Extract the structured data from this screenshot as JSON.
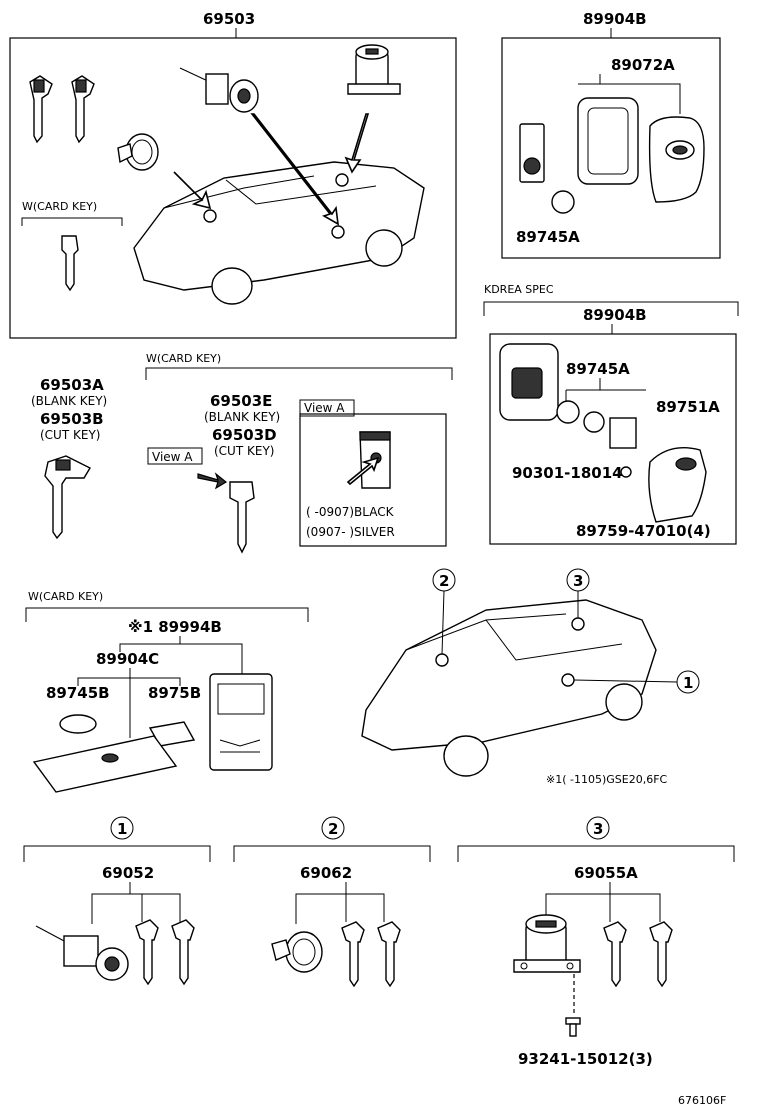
{
  "labels": {
    "p69503": "69503",
    "p89904B_top": "89904B",
    "p89072A": "89072A",
    "p89745A_top": "89745A",
    "korea_spec": "KDREA SPEC",
    "p89904B_korea": "89904B",
    "p89745A_korea": "89745A",
    "p89751A": "89751A",
    "p90301": "90301-18014",
    "p89759": "89759-47010(4)",
    "wcard_top": "W(CARD KEY)",
    "wcard_mid": "W(CARD KEY)",
    "wcard_bottom": "W(CARD KEY)",
    "p69503A": "69503A",
    "blank_key_a": "(BLANK KEY)",
    "p69503B": "69503B",
    "cut_key_b": "(CUT KEY)",
    "p69503E": "69503E",
    "blank_key_e": "(BLANK KEY)",
    "p69503D": "69503D",
    "cut_key_d": "(CUT KEY)",
    "view_a_label": "View A",
    "view_a_box": "View A",
    "black_range": "(        -0907)BLACK",
    "silver_range": "(0907-        )SILVER",
    "p89994B": "※1 89994B",
    "p89904C": "89904C",
    "p89745B": "89745B",
    "p8975B": "8975B",
    "note1": "※1(        -1105)GSE20,6FC",
    "circle1": "1",
    "circle2": "2",
    "circle3": "3",
    "group1": "1",
    "group2": "2",
    "group3": "3",
    "p69052": "69052",
    "p69062": "69062",
    "p69055A": "69055A",
    "p93241": "93241-15012(3)",
    "code": "676106F"
  }
}
